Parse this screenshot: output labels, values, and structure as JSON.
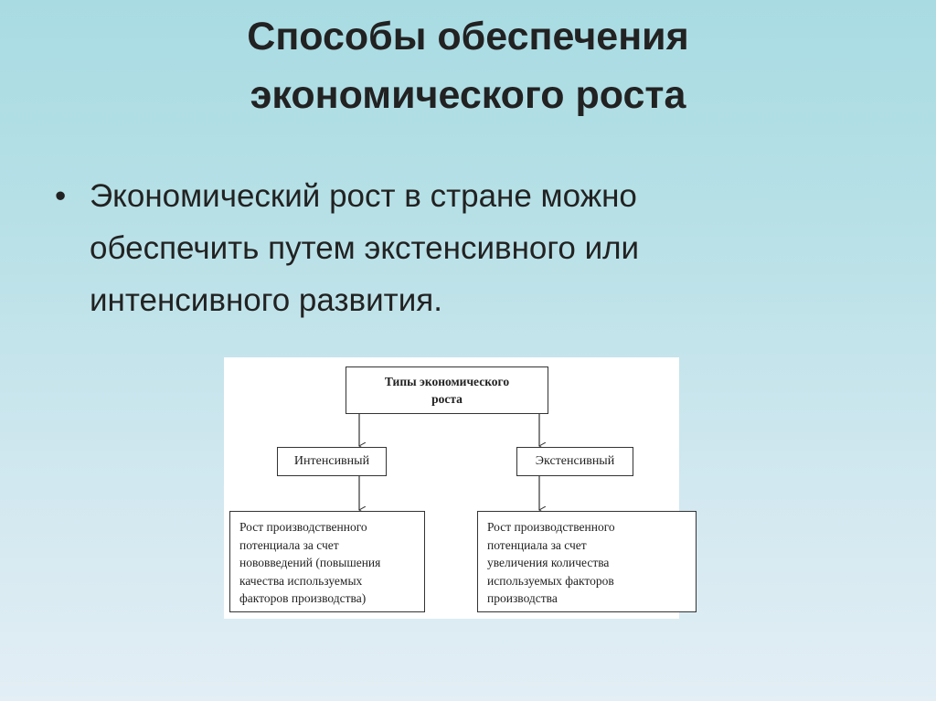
{
  "slide": {
    "title_lines": [
      "Способы обеспечения",
      "экономического роста"
    ],
    "bullet_marker": "•",
    "bullet_lines": [
      "Экономический рост в стране можно",
      "обеспечить путем экстенсивного или",
      "интенсивного развития."
    ]
  },
  "diagram": {
    "root_lines": [
      "Типы экономического",
      "роста"
    ],
    "left": {
      "label": "Интенсивный",
      "description_lines": [
        "Рост производственного",
        "потенциала за счет",
        "нововведений (повышения",
        "качества используемых",
        "факторов производства)"
      ]
    },
    "right": {
      "label": "Экстенсивный",
      "description_lines": [
        "Рост производственного",
        "потенциала за счет",
        "увеличения количества",
        "используемых факторов",
        "производства"
      ]
    }
  }
}
